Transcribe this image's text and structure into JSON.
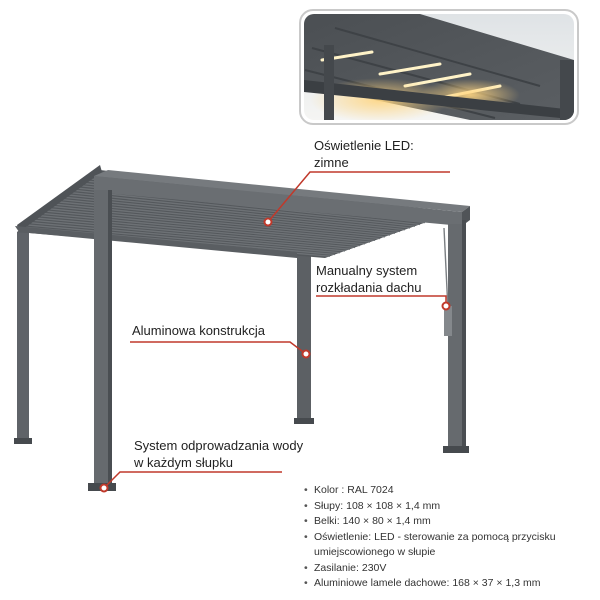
{
  "annotations": {
    "led": {
      "line1": "Oświetlenie LED:",
      "line2": "zimne"
    },
    "manual": {
      "line1": "Manualny system",
      "line2": "rozkładania dachu"
    },
    "aluminium": {
      "line1": "Aluminowa konstrukcja"
    },
    "drainage": {
      "line1": "System odprowadzania wody",
      "line2": "w każdym słupku"
    }
  },
  "specs": [
    "Kolor : RAL 7024",
    "Słupy: 108 × 108 × 1,4 mm",
    "Belki: 140 × 80 × 1,4 mm",
    "Oświetlenie: LED - sterowanie za pomocą przycisku umiejscowionego w słupie",
    "Zasilanie: 230V",
    "Aluminiowe lamele dachowe: 168 × 37 × 1,3 mm"
  ],
  "colors": {
    "structure": "#5f6368",
    "structure_dark": "#464a4e",
    "callout_line": "#c0392b",
    "inset_border": "#c9c9c9",
    "led_glow": "#ffe2a0"
  },
  "icons": [
    "pergola-illustration",
    "led-lighting-photo"
  ]
}
